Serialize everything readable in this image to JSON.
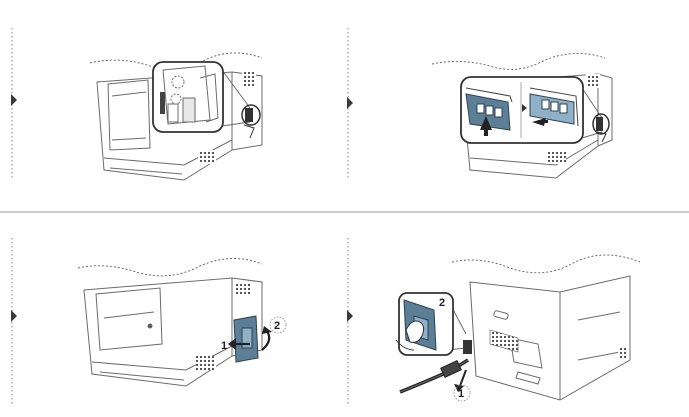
{
  "colors": {
    "line": "#6b6b6b",
    "dotted": "#8a8a8a",
    "separator": "#9a9a9a",
    "step_arrow": "#3a3a3a",
    "part_blue": "#5c7e96",
    "part_blue_light": "#8fb0c6",
    "black": "#222222"
  },
  "steps": [
    {
      "icon": "arrow-right-icon"
    },
    {
      "icon": "arrow-right-icon"
    },
    {
      "icon": "arrow-right-icon"
    },
    {
      "icon": "arrow-right-icon"
    }
  ],
  "callouts": {
    "panel_c": [
      "1",
      "2"
    ],
    "panel_d_zoom": "2",
    "panel_d_cable": "1"
  }
}
